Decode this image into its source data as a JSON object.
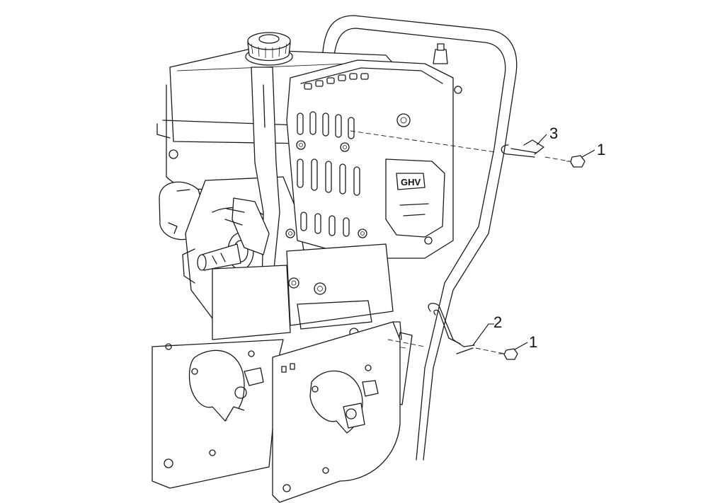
{
  "diagram": {
    "engine_mark": "GHV",
    "callouts": [
      {
        "id": "callout-3",
        "label": "3"
      },
      {
        "id": "callout-1-upper",
        "label": "1"
      },
      {
        "id": "callout-2",
        "label": "2"
      },
      {
        "id": "callout-1-lower",
        "label": "1"
      }
    ]
  },
  "colors": {
    "line": "#1a1a1a",
    "background": "#ffffff"
  }
}
